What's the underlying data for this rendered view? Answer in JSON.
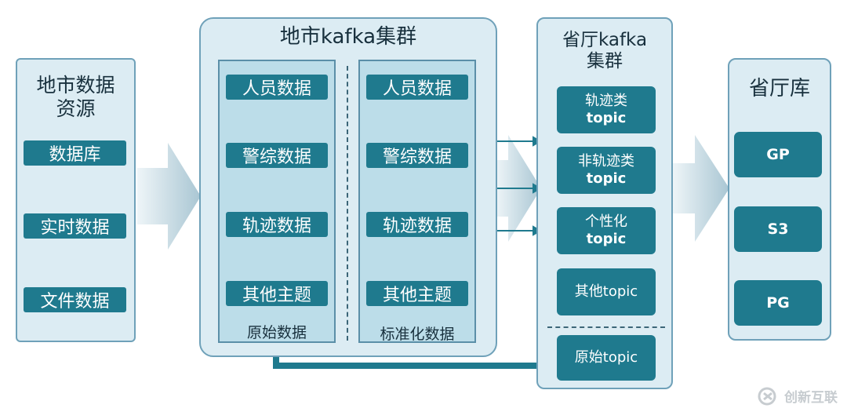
{
  "local_source": {
    "title_line1": "地市数据",
    "title_line2": "资源",
    "items": [
      "数据库",
      "实时数据",
      "文件数据"
    ]
  },
  "city_cluster": {
    "title": "地市kafka集群",
    "raw_column": {
      "items": [
        "人员数据",
        "警综数据",
        "轨迹数据",
        "其他主题"
      ],
      "caption": "原始数据"
    },
    "std_column": {
      "items": [
        "人员数据",
        "警综数据",
        "轨迹数据",
        "其他主题"
      ],
      "caption": "标准化数据"
    }
  },
  "province_cluster": {
    "title_line1": "省厅kafka",
    "title_line2": "集群",
    "topics": [
      {
        "line1": "轨迹类",
        "line2": "topic"
      },
      {
        "line1": "非轨迹类",
        "line2": "topic"
      },
      {
        "line1": "个性化",
        "line2": "topic"
      },
      {
        "line1": "其他topic",
        "line2": ""
      }
    ],
    "raw_topic": "原始topic"
  },
  "province_store": {
    "title": "省厅库",
    "items": [
      "GP",
      "S3",
      "PG"
    ]
  },
  "watermark": {
    "text": "创新互联"
  },
  "colors": {
    "chip": "#1f7a8e",
    "panel": "#dcecf3",
    "inner": "#bcdde9",
    "arrow": "#1f7a8e"
  }
}
